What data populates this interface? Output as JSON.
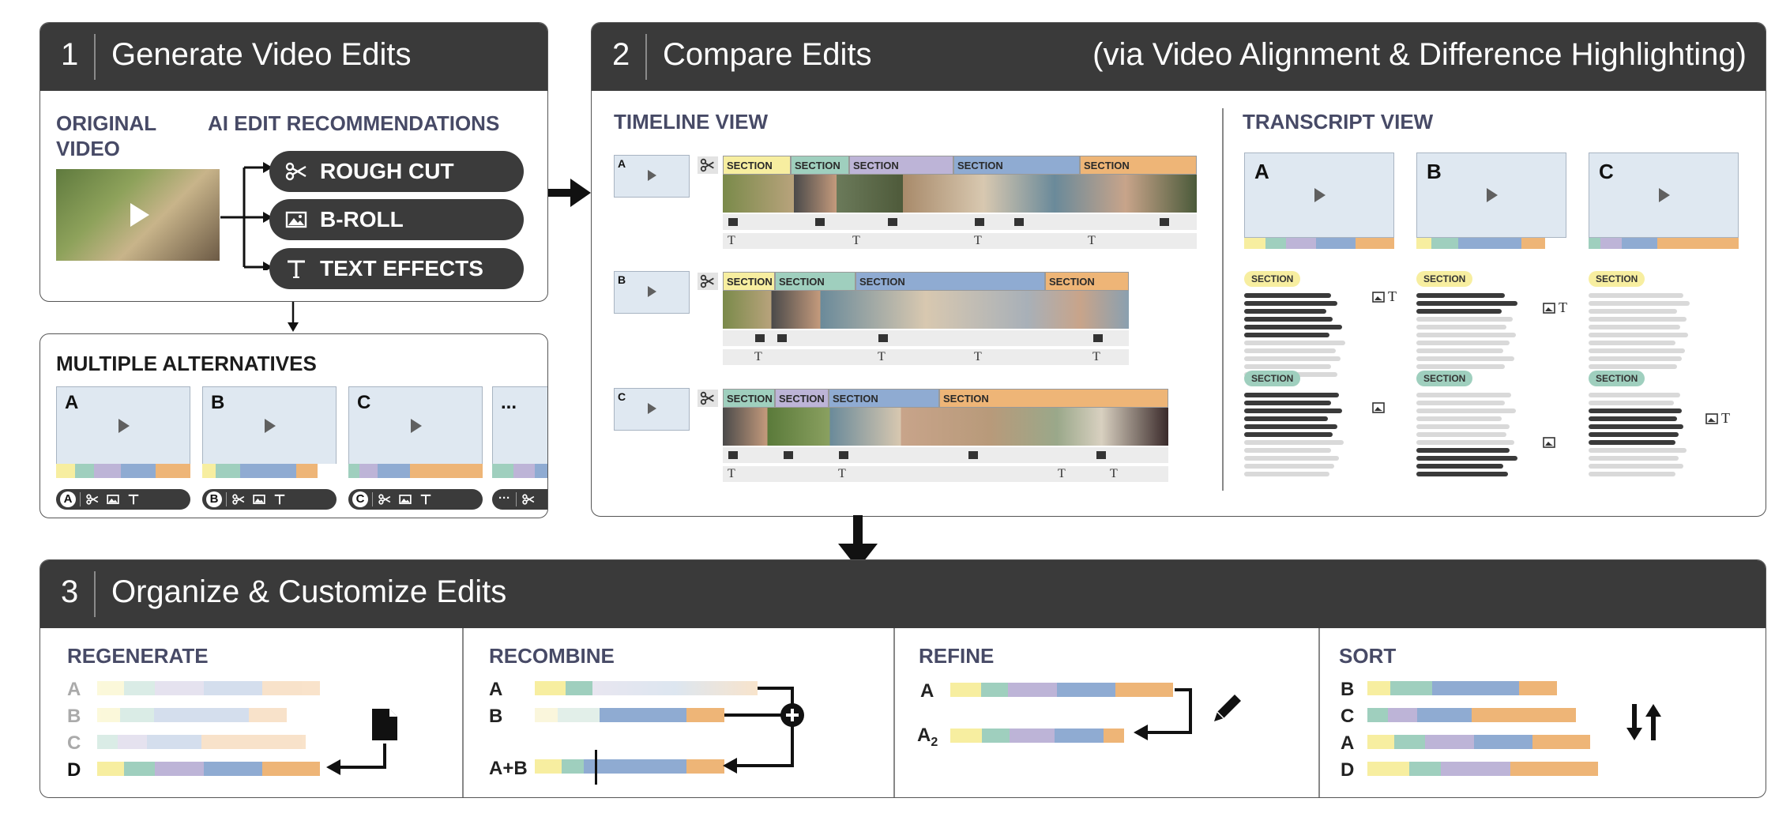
{
  "panel1": {
    "num": "1",
    "title": "Generate Video Edits",
    "original_label_1": "ORIGINAL",
    "original_label_2": "VIDEO",
    "ai_label": "AI EDIT RECOMMENDATIONS",
    "recommendations": [
      "ROUGH CUT",
      "B-ROLL",
      "TEXT EFFECTS"
    ]
  },
  "alternatives": {
    "title": "MULTIPLE ALTERNATIVES",
    "cards": [
      "A",
      "B",
      "C",
      "..."
    ],
    "more_label": "···"
  },
  "panel2": {
    "num": "2",
    "title": "Compare Edits",
    "subtitle": "(via Video Alignment & Difference Highlighting)",
    "timeline_label": "TIMELINE VIEW",
    "transcript_label": "TRANSCRIPT VIEW",
    "section_label": "SECTION",
    "timeline_rows": [
      "A",
      "B",
      "C"
    ],
    "transcript_cards": [
      "A",
      "B",
      "C"
    ]
  },
  "panel3": {
    "num": "3",
    "title": "Organize & Customize Edits",
    "regenerate": {
      "label": "REGENERATE",
      "rows": [
        "A",
        "B",
        "C",
        "D"
      ]
    },
    "recombine": {
      "label": "RECOMBINE",
      "rows": [
        "A",
        "B",
        "A+B"
      ]
    },
    "refine": {
      "label": "REFINE",
      "rows": [
        "A",
        "A"
      ],
      "sub": "2"
    },
    "sort": {
      "label": "SORT",
      "rows": [
        "B",
        "C",
        "A",
        "D"
      ]
    }
  },
  "colors": {
    "yellow": "#f7eea0",
    "green": "#9fcfbe",
    "purple": "#bdb4d7",
    "blue": "#8fabd2",
    "orange": "#eeb577",
    "header": "#3a3a3a",
    "card": "#dfe8f1"
  },
  "icons": [
    "scissors-icon",
    "image-icon",
    "text-icon",
    "play-icon",
    "document-icon",
    "pencil-icon",
    "sort-arrows-icon",
    "plus-circle-icon"
  ]
}
